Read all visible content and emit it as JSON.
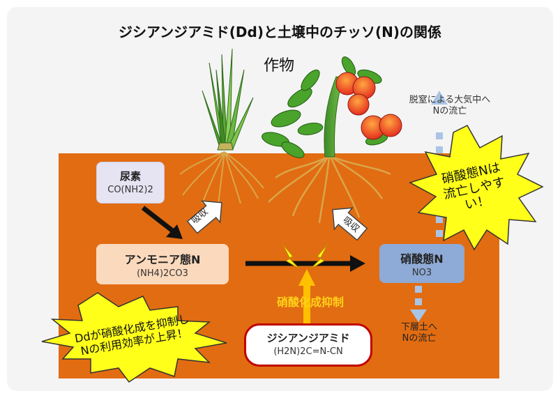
{
  "title": "ジシアンジアミド(Dd)と土壌中のチッソ(N)の関係",
  "crop_label": "作物",
  "urea": {
    "name": "尿素",
    "formula": "CO(NH2)2"
  },
  "ammonium": {
    "name": "アンモニア態N",
    "formula": "(NH4)2CO3"
  },
  "nitrate": {
    "name": "硝酸態N",
    "formula": "NO3"
  },
  "dicyandiamide": {
    "name": "ジシアンジアミド",
    "formula": "(H2N)2C=N-CN"
  },
  "absorb_label": "吸収",
  "inhibition_label": "硝酸化成抑制",
  "denitrification_label": "脱窒による大気中へ\nNの流亡",
  "leaching_label": "下層土へ\nNの流亡",
  "burst_nitrate": "硝酸態Nは\n流亡しやすい！",
  "burst_dd": "Ddが硝酸化成を抑制し\nNの利用効率が上昇！",
  "colors": {
    "soil": "#e26c11",
    "burst": "#ffff1a",
    "inhibit": "#ffc000",
    "nitrate_box": "#8eaad6",
    "ammonium_box": "#fbd9bd",
    "urea_box": "#e6e3f2"
  }
}
